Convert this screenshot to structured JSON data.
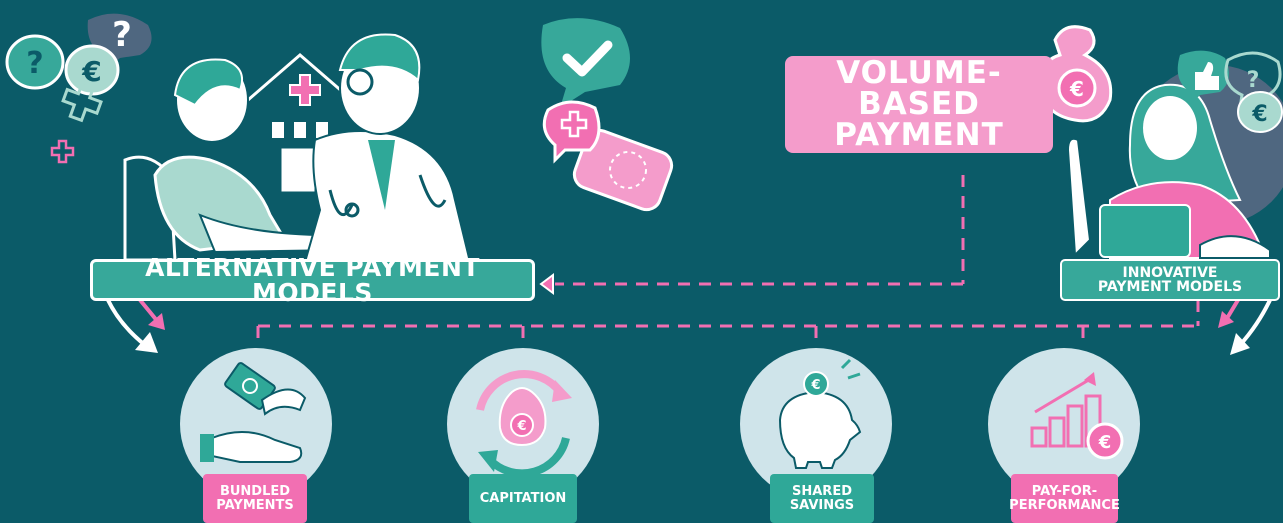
{
  "alternative_payment_models": {
    "label": "ALTERNATIVE PAYMENT MODELS"
  },
  "volume_based_payment": {
    "line1": "VOLUME-BASED",
    "line2": "PAYMENT"
  },
  "innovative_payment_models": {
    "line1": "INNOVATIVE",
    "line2": "PAYMENT MODELS"
  },
  "categories": [
    {
      "line1": "BUNDLED",
      "line2": "PAYMENTS",
      "icon": "hands-money-icon"
    },
    {
      "line1": "CAPITATION",
      "line2": "",
      "icon": "money-bag-cycle-icon"
    },
    {
      "line1": "SHARED",
      "line2": "SAVINGS",
      "icon": "piggy-bank-icon"
    },
    {
      "line1": "PAY-FOR-",
      "line2": "PERFORMANCE",
      "icon": "growth-chart-icon"
    }
  ],
  "colors": {
    "background": "#0b5b68",
    "pink": "#f26fb2",
    "light_pink": "#f49ccb",
    "teal": "#2fa898",
    "circle": "#cfe4ea",
    "white": "#ffffff"
  },
  "speech_bubble_text": {
    "question": "?",
    "euro": "€"
  }
}
